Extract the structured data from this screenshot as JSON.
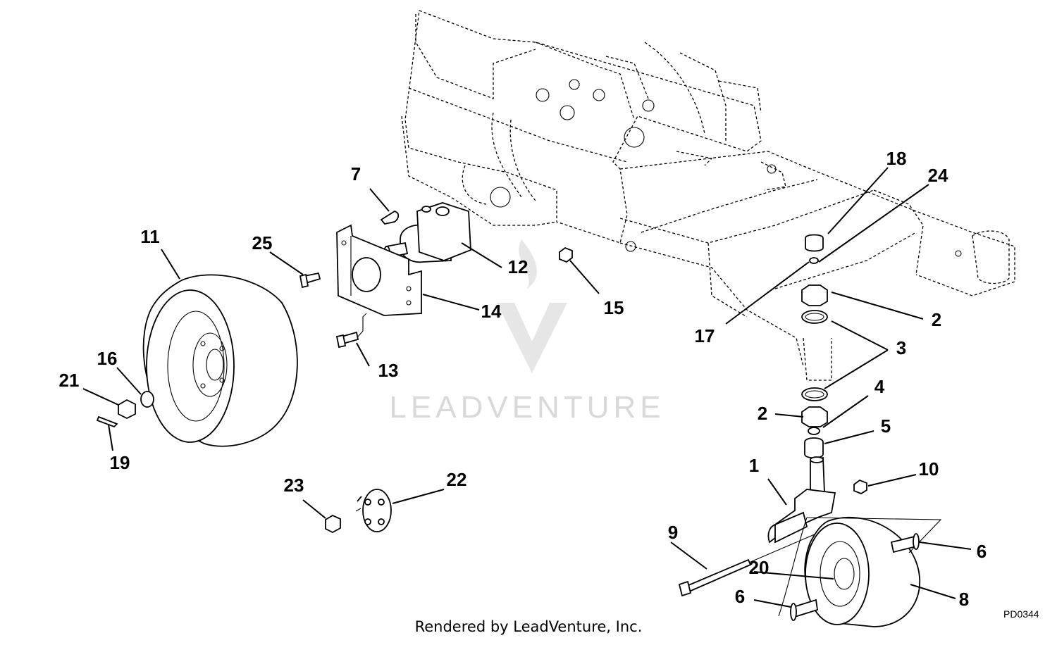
{
  "callouts": [
    "1",
    "2",
    "2",
    "3",
    "4",
    "5",
    "6",
    "6",
    "7",
    "8",
    "9",
    "10",
    "11",
    "12",
    "13",
    "14",
    "15",
    "16",
    "17",
    "18",
    "19",
    "20",
    "21",
    "22",
    "23",
    "24",
    "25"
  ],
  "watermark": {
    "text": "LEADVENTURE"
  },
  "caption": "Rendered by LeadVenture, Inc.",
  "drawing_id": "PD0344"
}
